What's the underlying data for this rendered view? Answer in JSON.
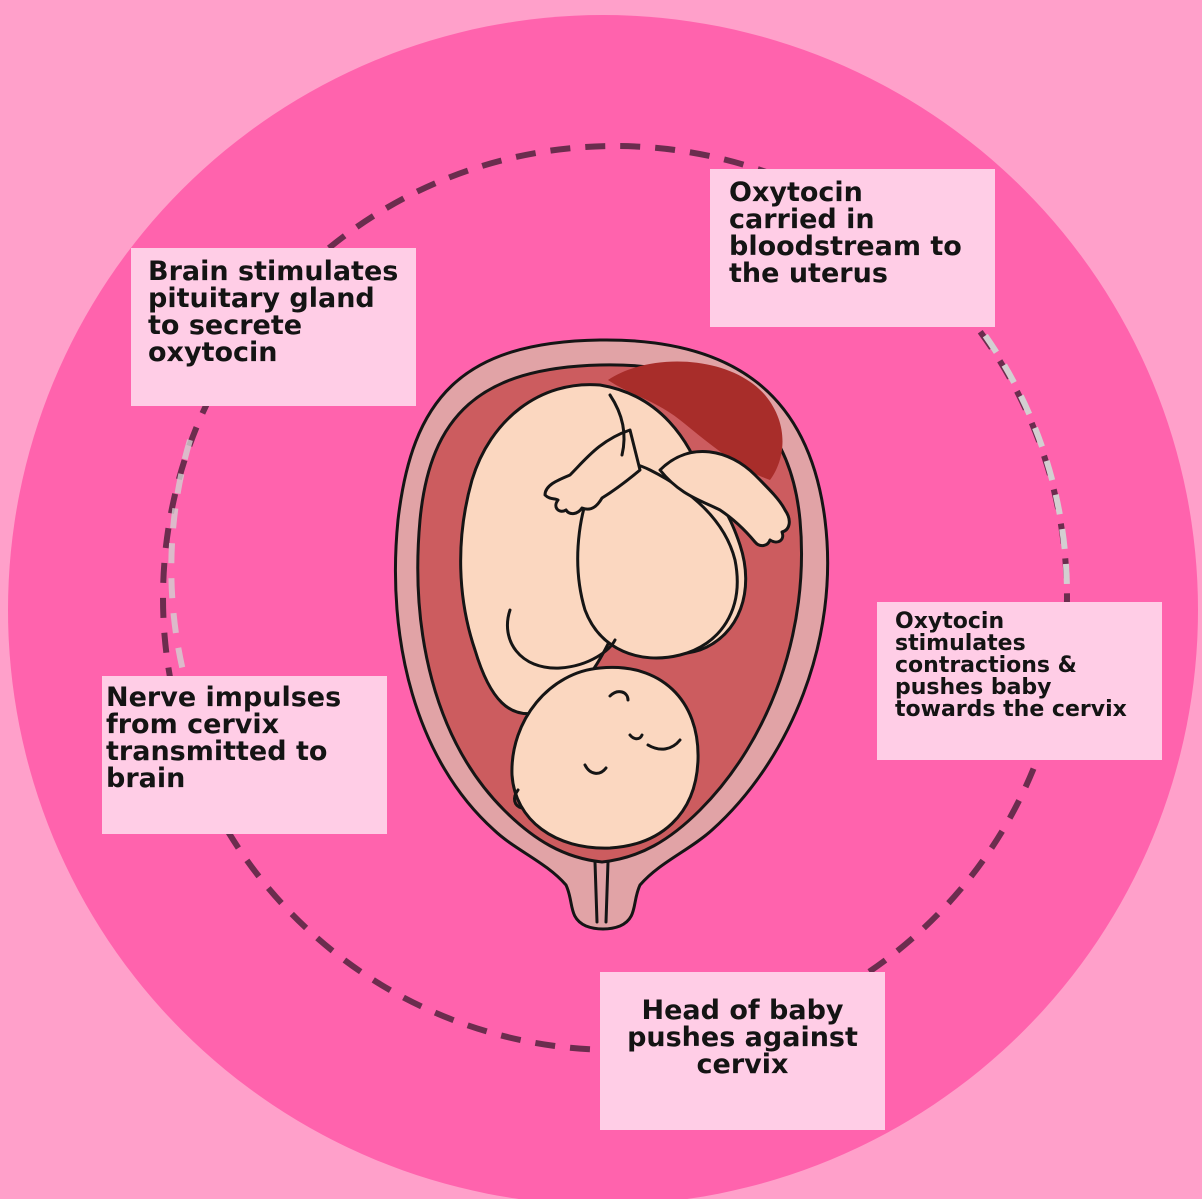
{
  "colors": {
    "page_background": "#ffa0ca",
    "circle_fill": "#ff63ad",
    "dash_dark": "#6b2d4e",
    "dash_light": "#d3cfd1",
    "label_box": "#ffcde6",
    "uterus_wall": "#e1a3a6",
    "uterus_cavity": "#cc5c5f",
    "placenta": "#a82d2a",
    "baby_skin": "#fbd7c0",
    "outline": "#151515"
  },
  "icons": [
    "fetus-in-uterus-illustration"
  ],
  "cycle_steps": [
    "Brain stimulates\npituitary gland\nto secrete\noxytocin",
    "Oxytocin\ncarried in\nbloodstream to\nthe uterus",
    "Oxytocin\nstimulates\ncontractions &\npushes baby\ntowards the cervix",
    "Head of baby\npushes against\ncervix",
    "Nerve impulses\nfrom cervix\ntransmitted to\nbrain"
  ]
}
